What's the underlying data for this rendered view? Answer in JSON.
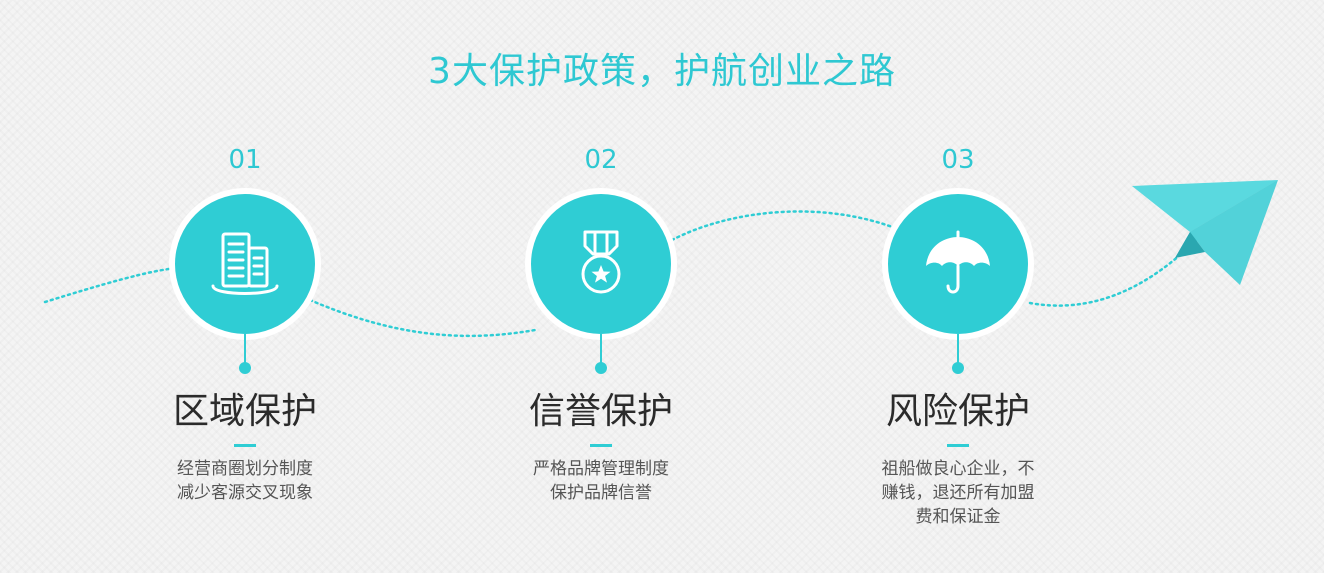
{
  "headline": "3大保护政策，护航创业之路",
  "steps": [
    {
      "number": "01",
      "icon": "buildings-icon",
      "title": "区域保护",
      "desc": [
        "经营商圈划分制度",
        "减少客源交叉现象"
      ]
    },
    {
      "number": "02",
      "icon": "medal-icon",
      "title": "信誉保护",
      "desc": [
        "严格品牌管理制度",
        "保护品牌信誉"
      ]
    },
    {
      "number": "03",
      "icon": "umbrella-icon",
      "title": "风险保护",
      "desc": [
        "祖船做良心企业，不",
        "赚钱，退还所有加盟",
        "费和保证金"
      ]
    }
  ],
  "colors": {
    "accent": "#2fcdd4",
    "title_text": "#2b2b2b",
    "desc_text": "#555555",
    "background": "#f4f4f4"
  }
}
